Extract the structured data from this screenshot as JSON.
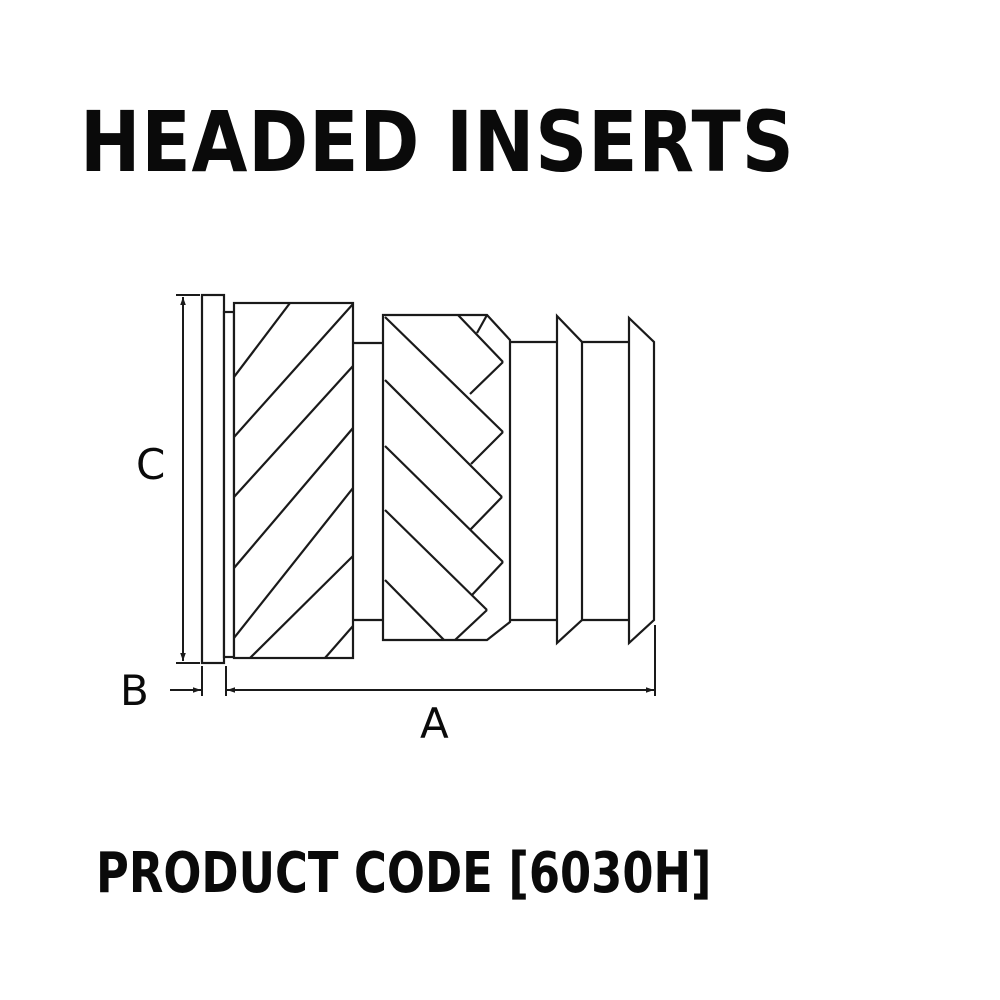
{
  "title": "HEADED INSERTS",
  "product_code_label": "PRODUCT CODE [6030H]",
  "product_code": "6030H",
  "drawing": {
    "description": "Side elevation of a headed threaded insert with head flange, two knurled bands (opposite helix), and two tapered barbs",
    "dimensions": {
      "A": {
        "label": "A",
        "meaning": "overall length below head"
      },
      "B": {
        "label": "B",
        "meaning": "head thickness"
      },
      "C": {
        "label": "C",
        "meaning": "head diameter"
      }
    },
    "line_color": "#1a1a1a",
    "background": "#ffffff"
  }
}
